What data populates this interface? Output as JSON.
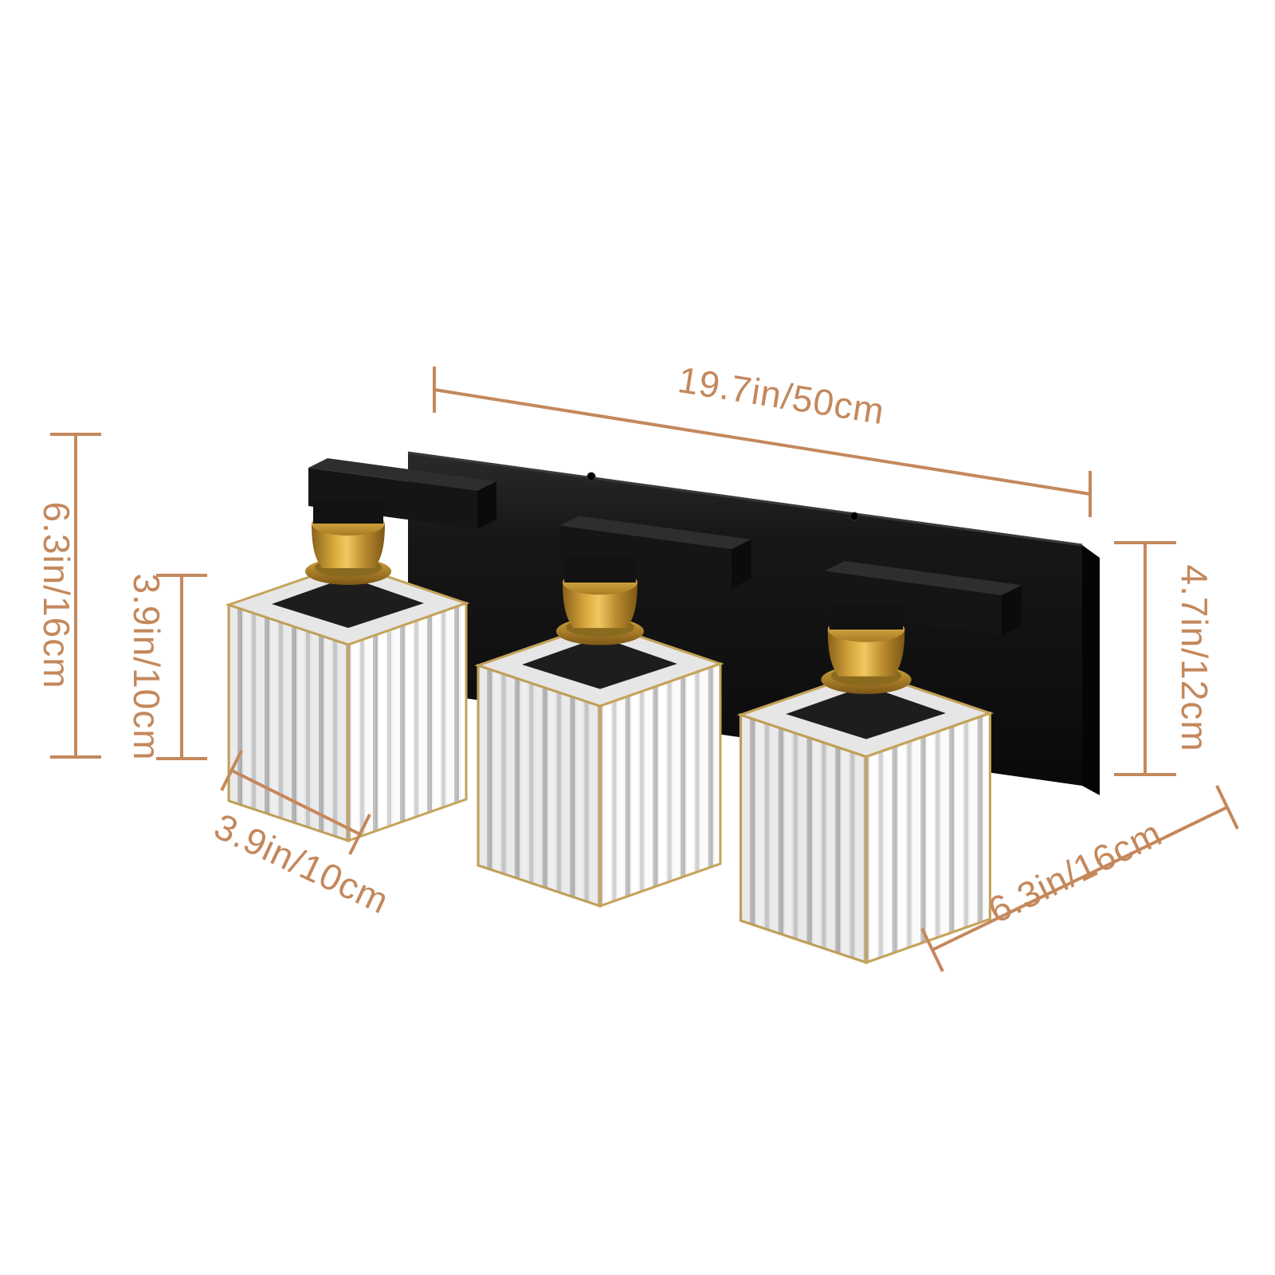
{
  "diagram": {
    "type": "product-dimension-diagram",
    "product": "3-light crystal vanity wall light",
    "annotations": {
      "overall_width": "19.7in/50cm",
      "overall_height": "6.3in/16cm",
      "shade_height": "3.9in/10cm",
      "shade_width": "3.9in/10cm",
      "backplate_height": "4.7in/12cm",
      "fixture_depth": "6.3in/16cm"
    },
    "colors": {
      "annotation": "#C4885C",
      "background": "#FFFFFF",
      "backplate_black": "#151515",
      "brass_gold": "#C79A38",
      "crystal_trim_gold": "#C5A35A",
      "crystal_white": "#F4F4F4"
    }
  }
}
